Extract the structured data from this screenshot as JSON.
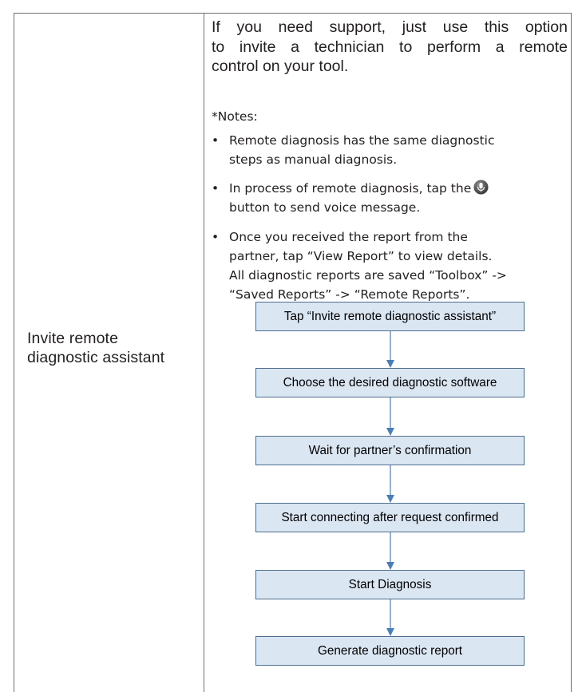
{
  "row": {
    "label_lines": [
      "Invite remote",
      "diagnostic assistant"
    ],
    "intro_lines": [
      "If you need support, just use this option",
      "to invite a technician to perform a remote",
      "control on your tool."
    ],
    "notes_title": "*Notes:",
    "bullet_char": "•",
    "bullets": [
      {
        "lines": [
          "Remote diagnosis has the same diagnostic",
          "steps as manual diagnosis."
        ]
      },
      {
        "lines": [
          "In process of remote diagnosis, tap the",
          "button to send voice message."
        ]
      },
      {
        "lines": [
          "Once you received the report from the",
          "partner, tap “View Report” to view details.",
          "All diagnostic reports are saved “Toolbox” ->",
          "“Saved Reports” -> “Remote Reports”."
        ]
      }
    ]
  },
  "flowchart": {
    "steps": [
      "Tap “Invite remote diagnostic assistant”",
      "Choose the desired diagnostic software",
      "Wait for partner’s confirmation",
      "Start connecting after request confirmed",
      "Start Diagnosis",
      "Generate diagnostic report"
    ],
    "box_fill": "#dbe6f3",
    "box_border": "#4f6d8c",
    "arrow_color": "#4a7ebb"
  },
  "icons": {
    "voice_button": "microphone-button-icon"
  }
}
